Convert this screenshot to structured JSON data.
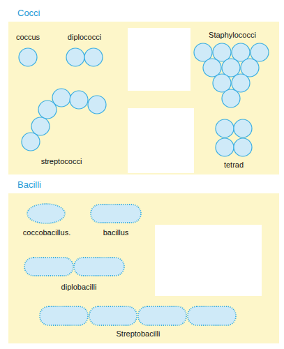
{
  "diagram": {
    "nodes": [
      {
        "text": [
          "Cocci"
        ]
      },
      {
        "text": [
          "Bacilli"
        ]
      }
    ],
    "labels": [
      "coccus",
      "diplococci",
      "Staphylococci",
      "streptococci",
      "tetrad",
      "coccobacillus.",
      "bacillus",
      "diplobacilli",
      "Streptobacilli"
    ]
  }
}
